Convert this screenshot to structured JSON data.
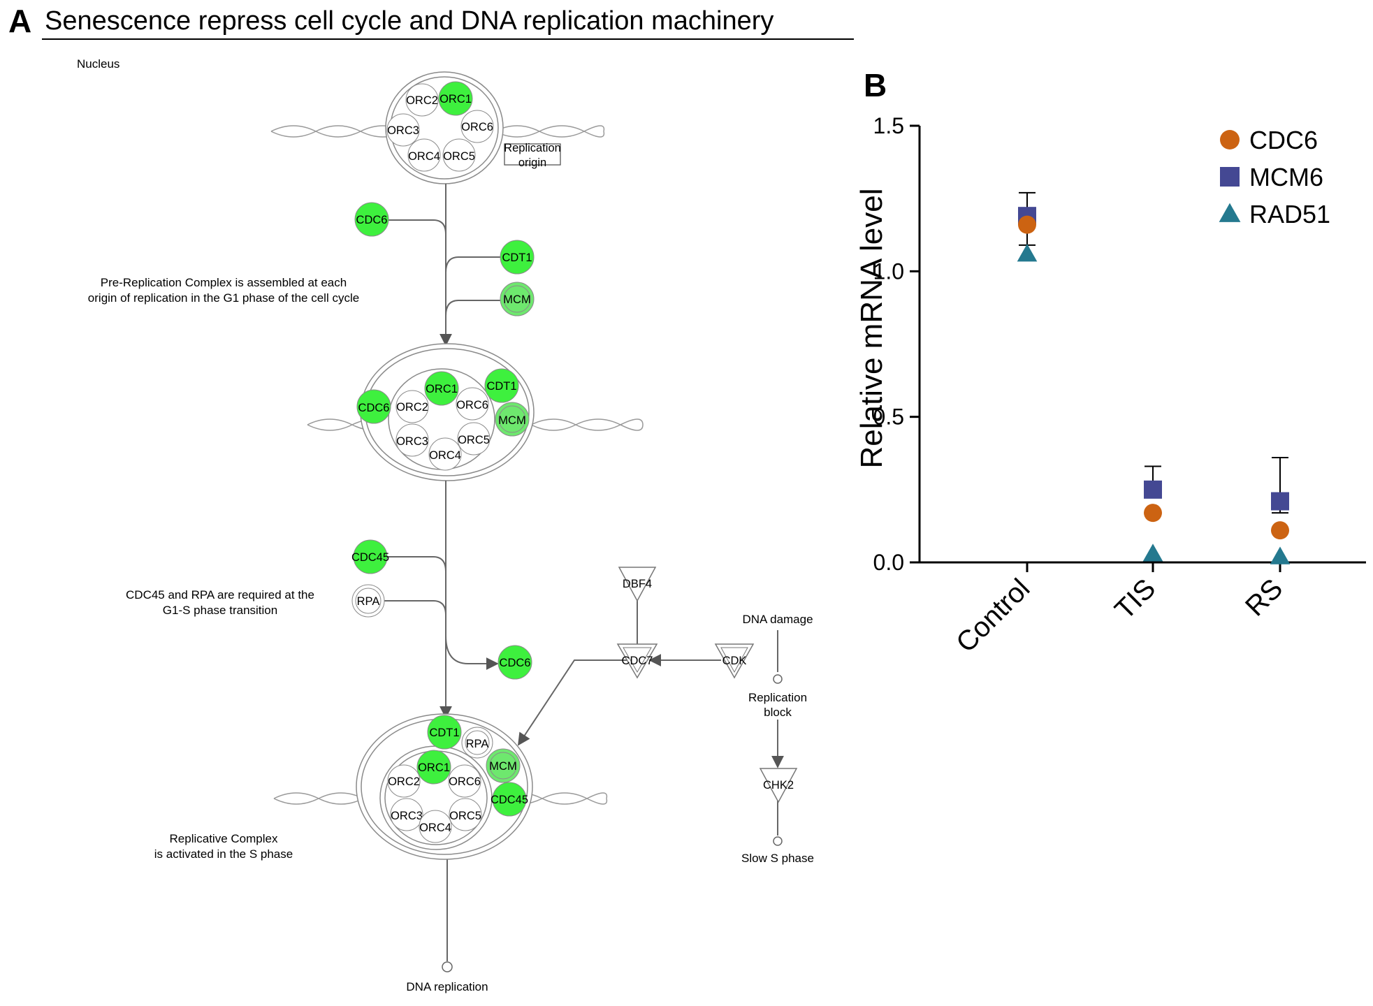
{
  "panel_a": {
    "letter": "A",
    "title": "Senescence repress cell cycle and DNA replication machinery",
    "nucleus_label": "Nucleus",
    "replication_origin": [
      "Replication",
      "origin"
    ],
    "pre_rc_text": [
      "Pre-Replication Complex is assembled at each",
      "origin of replication in the G1 phase of the cell cycle"
    ],
    "g1s_text": [
      "CDC45 and RPA are required at the",
      "G1-S phase transition"
    ],
    "rep_complex_text": [
      "Replicative Complex",
      "is activated in the S phase"
    ],
    "dna_replication": "DNA replication",
    "dna_damage": "DNA damage",
    "replication_block": [
      "Replication",
      "block"
    ],
    "slow_s_phase": "Slow S phase",
    "nodes": {
      "orc1": "ORC1",
      "orc2": "ORC2",
      "orc3": "ORC3",
      "orc4": "ORC4",
      "orc5": "ORC5",
      "orc6": "ORC6",
      "cdc6": "CDC6",
      "cdt1": "CDT1",
      "mcm": "MCM",
      "cdc45": "CDC45",
      "rpa": "RPA",
      "dbf4": "DBF4",
      "cdc7": "CDC7",
      "cdk": "CDK",
      "chk2": "CHK2"
    },
    "colors": {
      "down_regulated": "#3ef03e",
      "mcm_green": "#6ee86e",
      "outline": "#8a8a8a"
    }
  },
  "panel_b": {
    "letter": "B",
    "ylabel": "Relative mRNA level",
    "chart_data": {
      "type": "scatter",
      "categories": [
        "Control",
        "TIS",
        "RS"
      ],
      "ylim": [
        0,
        1.5
      ],
      "yticks": [
        "0.0",
        "0.5",
        "1.0",
        "1.5"
      ],
      "legend_position": "top-right",
      "series": [
        {
          "name": "CDC6",
          "marker": "circle",
          "color": "#cc6312",
          "values": [
            1.16,
            0.17,
            0.11
          ]
        },
        {
          "name": "MCM6",
          "marker": "square",
          "color": "#444893",
          "values": [
            1.19,
            0.25,
            0.21
          ],
          "error_upper": [
            0.08,
            0.08,
            0.15
          ],
          "error_lower": [
            0.1,
            0.0,
            0.04
          ]
        },
        {
          "name": "RAD51",
          "marker": "triangle",
          "color": "#24798f",
          "values": [
            1.06,
            0.03,
            0.02
          ]
        }
      ]
    }
  }
}
